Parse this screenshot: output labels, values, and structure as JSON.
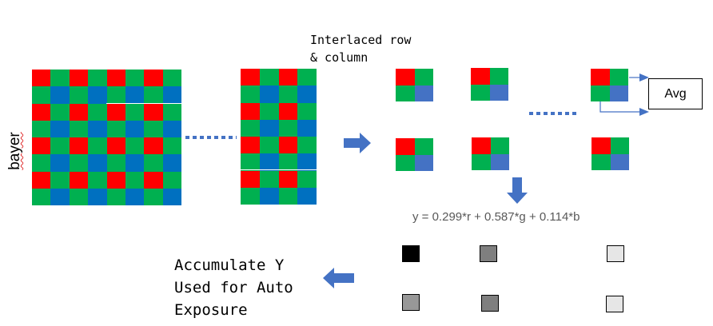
{
  "colors": {
    "red": "#ff0000",
    "green": "#00b050",
    "blue_sensor": "#0070c0",
    "blue_quad": "#4472c4",
    "arrow": "#4472c4",
    "formula_text": "#595959"
  },
  "labels": {
    "bayer": "bayer",
    "interlaced_line1": "Interlaced row",
    "interlaced_line2": "& column",
    "avg": "Avg",
    "formula": "y = 0.299*r + 0.587*g + 0.114*b",
    "accumulate_line1": "Accumulate Y",
    "accumulate_line2": "Used for Auto",
    "accumulate_line3": "Exposure"
  },
  "bayer_grid": {
    "rows": 8,
    "cols": 8,
    "pattern": [
      [
        "R",
        "G"
      ],
      [
        "G",
        "B"
      ]
    ]
  },
  "subsampled_grid": {
    "rows": 8,
    "cols": 4,
    "pattern": [
      [
        "R",
        "G"
      ],
      [
        "G",
        "B"
      ]
    ]
  },
  "quads": [
    {
      "cells": [
        "R",
        "G",
        "G",
        "B"
      ]
    },
    {
      "cells": [
        "R",
        "G",
        "G",
        "B"
      ]
    },
    {
      "cells": [
        "R",
        "G",
        "G",
        "B"
      ]
    },
    {
      "cells": [
        "R",
        "G",
        "G",
        "B"
      ]
    },
    {
      "cells": [
        "R",
        "G",
        "G",
        "B"
      ]
    },
    {
      "cells": [
        "R",
        "G",
        "G",
        "B"
      ]
    }
  ],
  "luma_swatches": [
    {
      "color": "#000000"
    },
    {
      "color": "#7f7f7f"
    },
    {
      "color": "#e6e6e6"
    },
    {
      "color": "#989898"
    },
    {
      "color": "#7f7f7f"
    },
    {
      "color": "#e6e6e6"
    }
  ]
}
